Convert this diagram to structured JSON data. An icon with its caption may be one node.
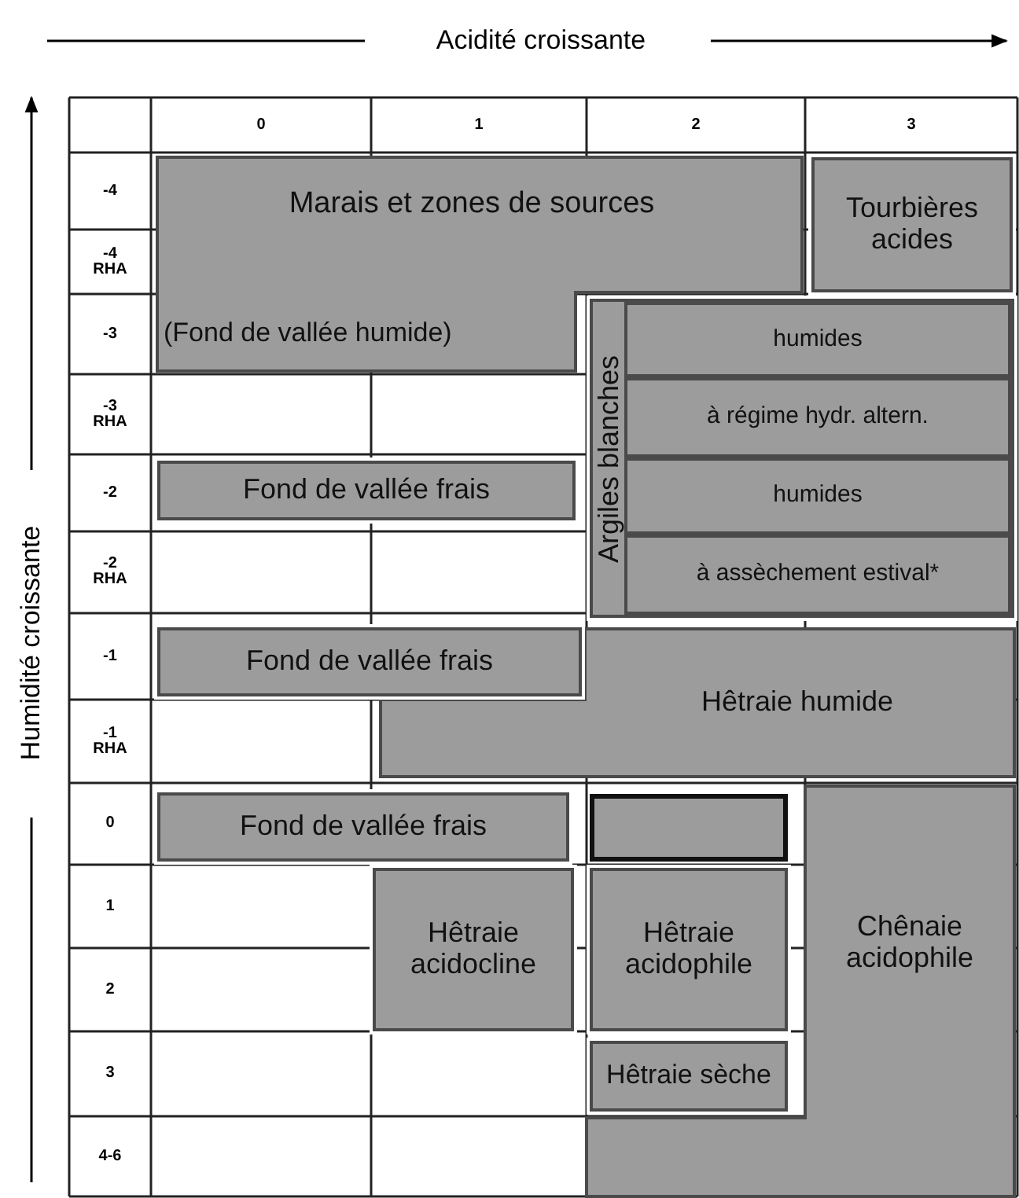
{
  "diagram": {
    "nodes": [
      {
        "text": [
          "Marais et zones de sources",
          "(Fond de vallée humide)"
        ]
      },
      {
        "text": [
          "Tourbières acides"
        ]
      },
      {
        "text": [
          "Argiles blanches"
        ]
      },
      {
        "text": [
          "humides"
        ],
        "in": 2
      },
      {
        "text": [
          "à régime hydr. altern."
        ],
        "in": 2
      },
      {
        "text": [
          "humides"
        ],
        "in": 2
      },
      {
        "text": [
          "à assèchement estival*"
        ],
        "in": 2
      },
      {
        "text": [
          "Fond de vallée frais"
        ]
      },
      {
        "text": [
          "Hêtraie humide"
        ]
      },
      {
        "text": [
          "Fond de vallée frais"
        ]
      },
      {
        "text": [
          "Fond de vallée frais"
        ]
      },
      {
        "text": [],
        "shape": "box"
      },
      {
        "text": [
          "Hêtraie acidocline"
        ]
      },
      {
        "text": [
          "Hêtraie acidophile"
        ]
      },
      {
        "text": [
          "Hêtraie sèche"
        ]
      },
      {
        "text": [
          "Chênaie acidophile"
        ]
      }
    ],
    "labels": [
      "Acidité croissante",
      "Humidité croissante",
      "0",
      "1",
      "2",
      "3",
      "-4",
      "-4 RHA",
      "-3",
      "-3 RHA",
      "-2",
      "-2 RHA",
      "-1",
      "-1 RHA",
      "0",
      "1",
      "2",
      "3",
      "4-6"
    ]
  }
}
